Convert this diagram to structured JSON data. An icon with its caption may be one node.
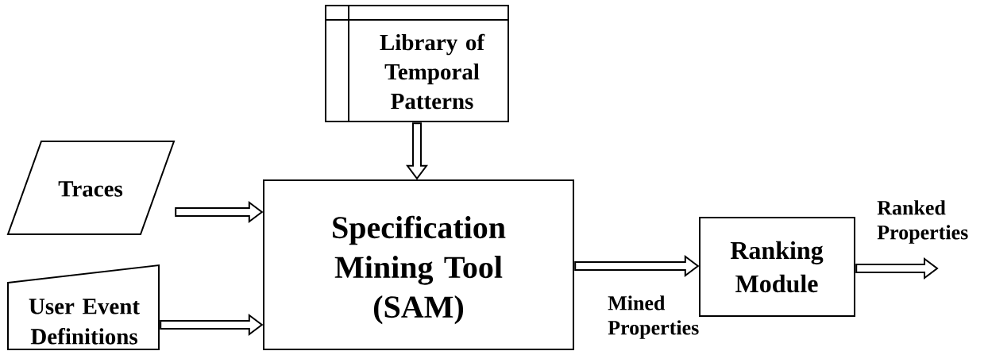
{
  "diagram": {
    "nodes": [
      {
        "text": [
          "Library of Temporal Patterns"
        ]
      },
      {
        "text": [
          "Traces"
        ]
      },
      {
        "text": [
          "User Event Definitions"
        ]
      },
      {
        "text": [
          "Specification Mining Tool (SAM)"
        ]
      },
      {
        "text": [
          "Ranking Module"
        ]
      }
    ],
    "edges": [
      {
        "from": 0,
        "to": 3,
        "arrow": "to"
      },
      {
        "from": 1,
        "to": 3,
        "arrow": "to"
      },
      {
        "from": 2,
        "to": 3,
        "arrow": "to"
      },
      {
        "from": 3,
        "to": 4,
        "arrow": "to",
        "label": "Mined Properties"
      },
      {
        "from": 4,
        "to": null,
        "arrow": "to",
        "label": "Ranked Properties"
      }
    ]
  }
}
